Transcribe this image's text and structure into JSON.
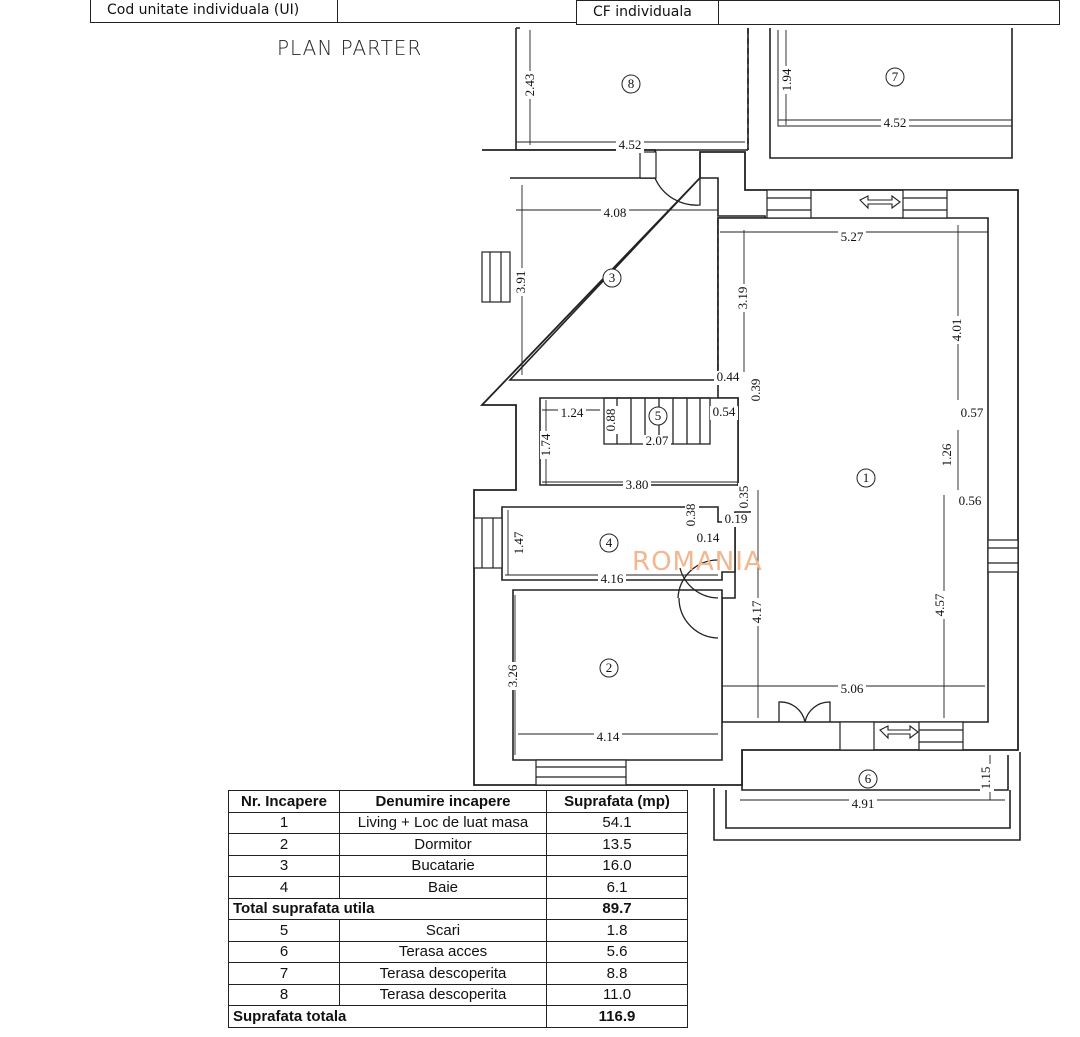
{
  "header": {
    "cod_label": "Cod unitate individuala (UI)",
    "cf_label": "CF individuala"
  },
  "title": "PLAN PARTER",
  "watermark": "ROMANIA",
  "rooms": [
    "1",
    "2",
    "3",
    "4",
    "5",
    "6",
    "7",
    "8"
  ],
  "dims": [
    "2.43",
    "4.52",
    "1.94",
    "4.52",
    "4.08",
    "3.91",
    "5.27",
    "3.19",
    "4.01",
    "0.44",
    "0.39",
    "1.24",
    "0.88",
    "2.07",
    "0.54",
    "0.57",
    "1.74",
    "1.26",
    "3.80",
    "0.56",
    "0.35",
    "0.38",
    "0.19",
    "0.14",
    "1.47",
    "4.16",
    "4.17",
    "4.57",
    "3.26",
    "5.06",
    "4.14",
    "1.15",
    "4.91"
  ],
  "table": {
    "headers": [
      "Nr. Incapere",
      "Denumire incapere",
      "Suprafata (mp)"
    ],
    "rows": [
      [
        "1",
        "Living + Loc de luat masa",
        "54.1"
      ],
      [
        "2",
        "Dormitor",
        "13.5"
      ],
      [
        "3",
        "Bucatarie",
        "16.0"
      ],
      [
        "4",
        "Baie",
        "6.1"
      ]
    ],
    "subtotal": {
      "label": "Total suprafata utila",
      "value": "89.7"
    },
    "rows2": [
      [
        "5",
        "Scari",
        "1.8"
      ],
      [
        "6",
        "Terasa acces",
        "5.6"
      ],
      [
        "7",
        "Terasa descoperita",
        "8.8"
      ],
      [
        "8",
        "Terasa descoperita",
        "11.0"
      ]
    ],
    "total": {
      "label": "Suprafata totala",
      "value": "116.9"
    }
  }
}
